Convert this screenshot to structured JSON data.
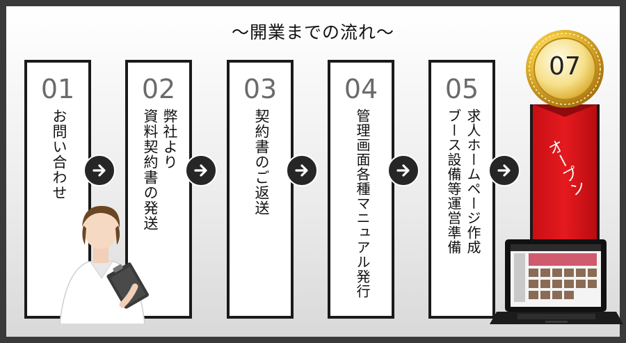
{
  "title": "～開業までの流れ～",
  "steps": [
    {
      "number": "01",
      "text": "お問い合わせ"
    },
    {
      "number": "02",
      "text": "弊社より\n資料契約書の発送"
    },
    {
      "number": "03",
      "text": "契約書のご返送"
    },
    {
      "number": "04",
      "text": "管理画面各種マニュアル発行"
    },
    {
      "number": "05",
      "text": "求人ホームページ作成\nブース設備等運営準備"
    }
  ],
  "final_step": {
    "number": "07",
    "text": "オープン"
  },
  "colors": {
    "accent": "#e51a1f",
    "dark": "#1a1a1a",
    "gold": "#d4a21c",
    "number_gray": "#6a6a6a"
  },
  "icons": [
    "arrow-right-icon",
    "gold-medal-icon",
    "laptop-icon",
    "doctor-with-clipboard-illustration"
  ]
}
